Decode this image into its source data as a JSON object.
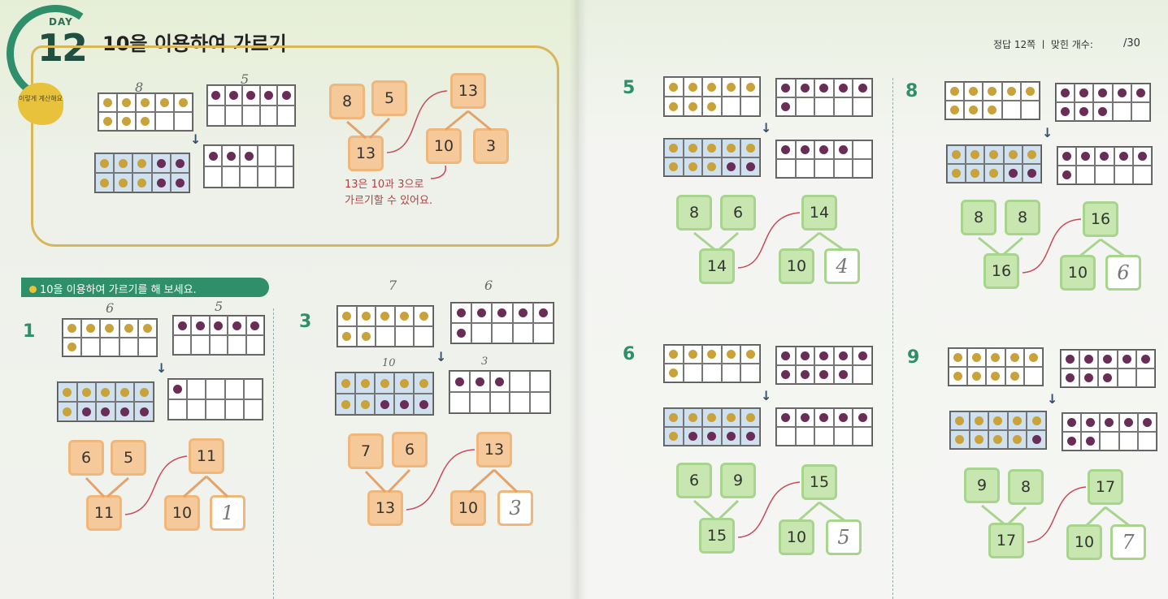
{
  "header": {
    "day_label": "DAY",
    "day_number": "12",
    "title": "10을 이용하여 가르기",
    "badge": "이렇게 계산해요",
    "answer_ref": "정답 12쪽 ㅣ 맞힌 개수:",
    "score_total": "/30"
  },
  "instruction": "10을 이용하여 가르기를 해 보세요.",
  "example": {
    "hand_top": [
      "8",
      "5"
    ],
    "boxes": {
      "a": "8",
      "b": "5",
      "sum": "13",
      "sum_top": "13",
      "ten": "10",
      "rest": "3"
    },
    "note_line1": "13은 10과 3으로",
    "note_line2": "가르기할 수 있어요."
  },
  "problems": [
    {
      "num": "1",
      "a": "6",
      "b": "5",
      "sum": "11",
      "sum_top": "11",
      "ten": "10",
      "answer": "1",
      "hand": [
        "6",
        "5"
      ]
    },
    {
      "num": "3",
      "a": "7",
      "b": "6",
      "sum": "13",
      "sum_top": "13",
      "ten": "10",
      "answer": "3",
      "hand": [
        "7",
        "6",
        "10",
        "3"
      ]
    },
    {
      "num": "5",
      "a": "8",
      "b": "6",
      "sum": "14",
      "sum_top": "14",
      "ten": "10",
      "answer": "4"
    },
    {
      "num": "6",
      "a": "6",
      "b": "9",
      "sum": "15",
      "sum_top": "15",
      "ten": "10",
      "answer": "5"
    },
    {
      "num": "8",
      "a": "8",
      "b": "8",
      "sum": "16",
      "sum_top": "16",
      "ten": "10",
      "answer": "6"
    },
    {
      "num": "9",
      "a": "9",
      "b": "8",
      "sum": "17",
      "sum_top": "17",
      "ten": "10",
      "answer": "7"
    }
  ],
  "colors": {
    "accent_green": "#2f8f6a",
    "dot_yellow": "#c9a23a",
    "dot_purple": "#6a2d57",
    "orange_box": "#f6c99a",
    "green_box": "#c8e6b0",
    "frame_blue": "#cfe1ef"
  }
}
